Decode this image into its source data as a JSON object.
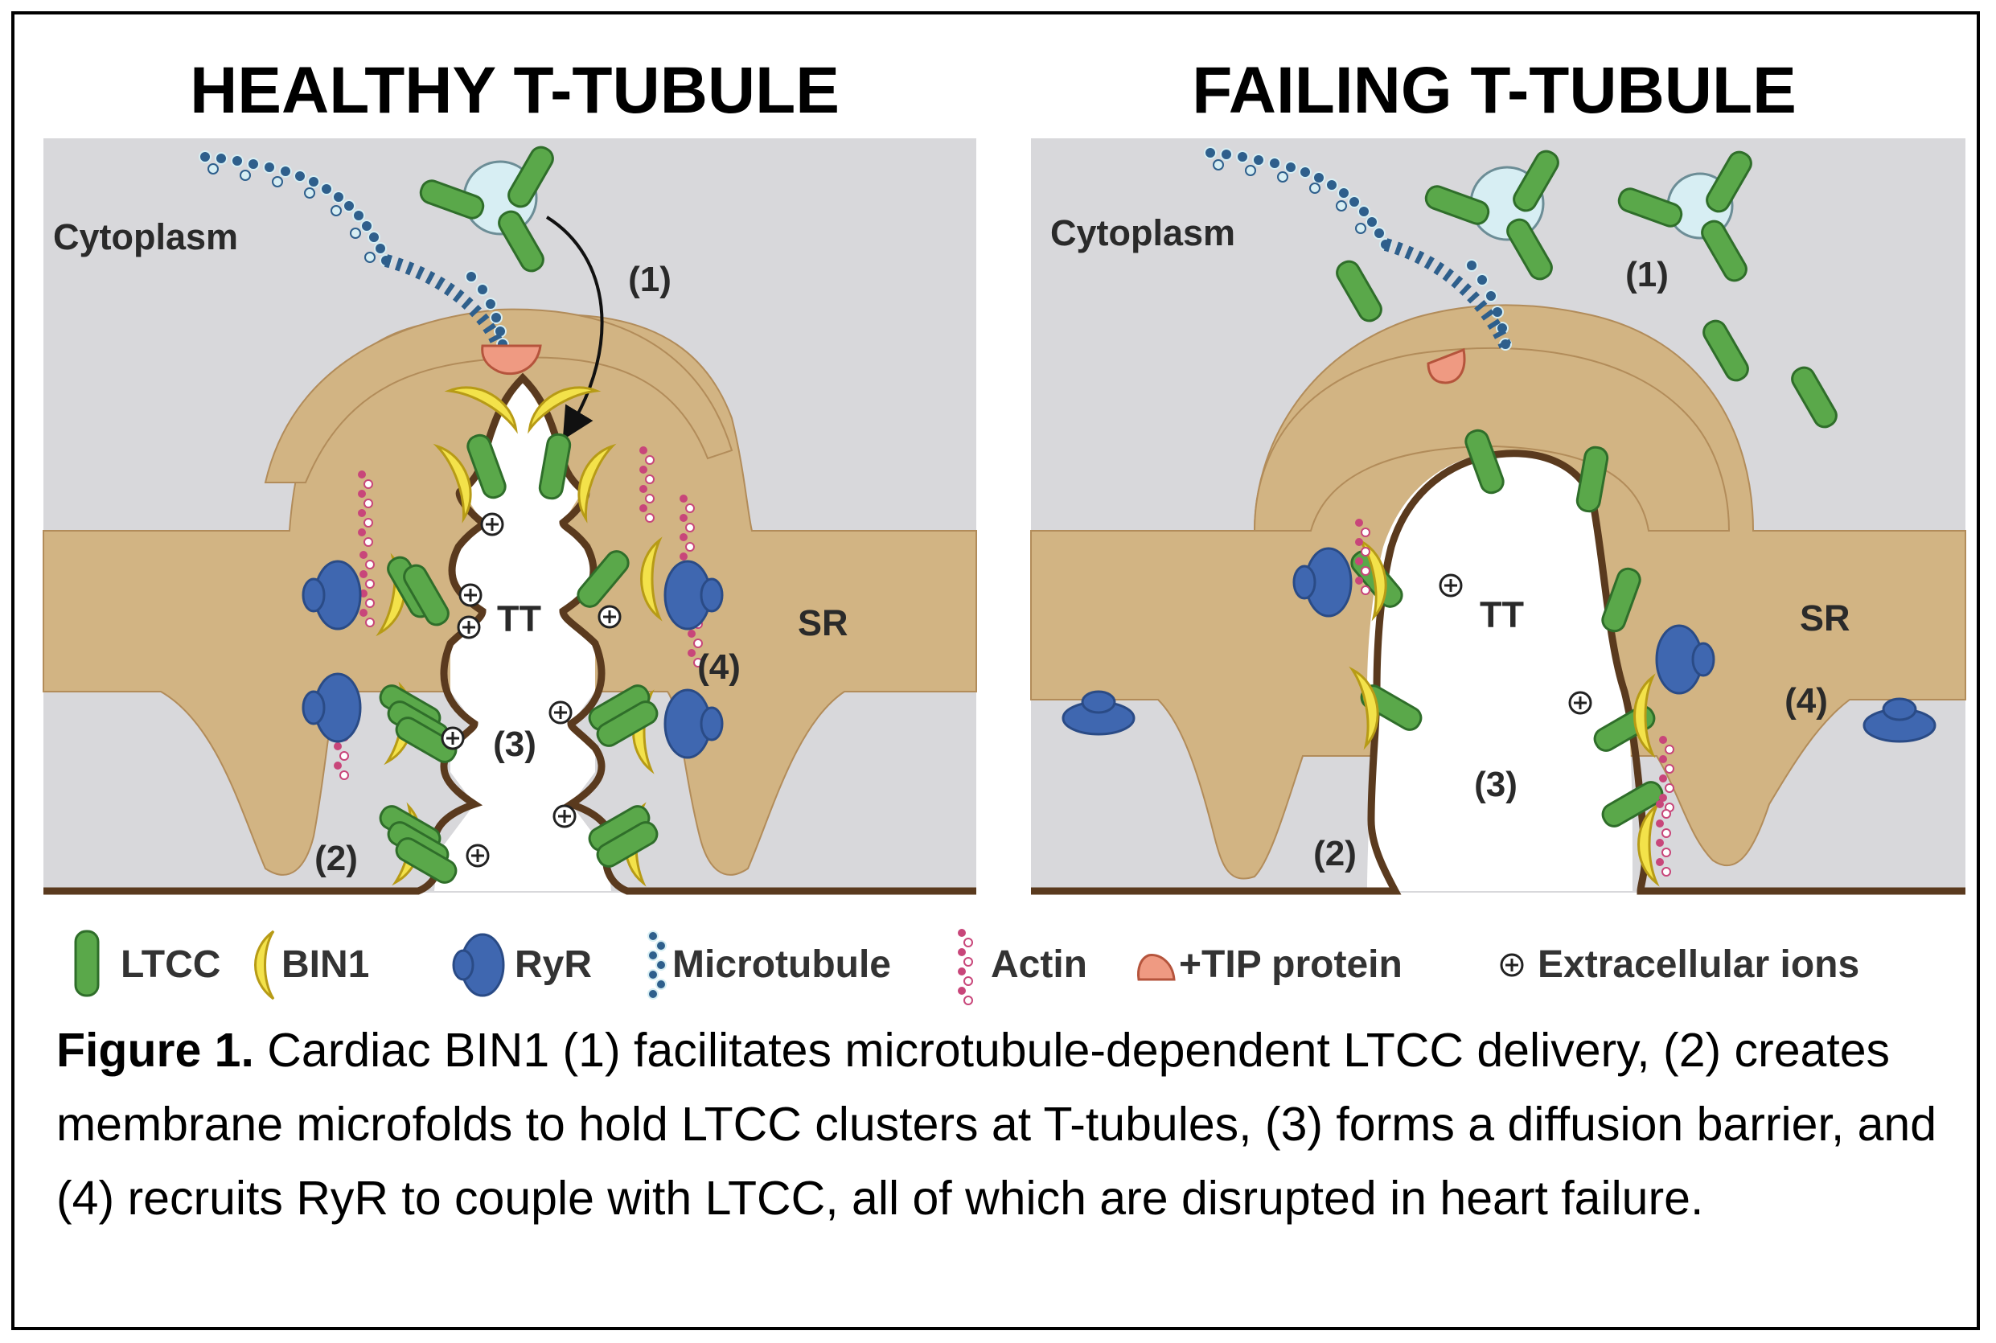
{
  "panels": {
    "healthy": {
      "title": "HEALTHY T-TUBULE",
      "cytoplasm": "Cytoplasm",
      "tt": "TT",
      "sr": "SR",
      "marker_1": "(1)",
      "marker_2": "(2)",
      "marker_3": "(3)",
      "marker_4": "(4)"
    },
    "failing": {
      "title": "FAILING T-TUBULE",
      "cytoplasm": "Cytoplasm",
      "tt": "TT",
      "sr": "SR",
      "marker_1": "(1)",
      "marker_2": "(2)",
      "marker_3": "(3)",
      "marker_4": "(4)"
    }
  },
  "legend": {
    "ltcc": "LTCC",
    "bin1": "BIN1",
    "ryr": "RyR",
    "microtubule": "Microtubule",
    "actin": "Actin",
    "tip": "+TIP protein",
    "ions": "Extracellular ions"
  },
  "caption": {
    "bold": "Figure 1.",
    "text": " Cardiac BIN1 (1) facilitates microtubule-dependent LTCC delivery, (2) creates membrane microfolds to hold LTCC clusters at T-tubules, (3) forms a diffusion barrier, and (4) recruits RyR to couple with LTCC, all of which are disrupted in heart failure."
  },
  "colors": {
    "cytoplasm": "#d8d8db",
    "sr": "#d2b483",
    "membrane": "#5a3a1e",
    "ltcc": "#5aa84a",
    "bin1": "#f3e24a",
    "ryr": "#3f67b0",
    "microtubule": "#2e5f8c",
    "actin": "#c8467a",
    "tip": "#ef9a82",
    "vesicle": "#d7eef3"
  }
}
